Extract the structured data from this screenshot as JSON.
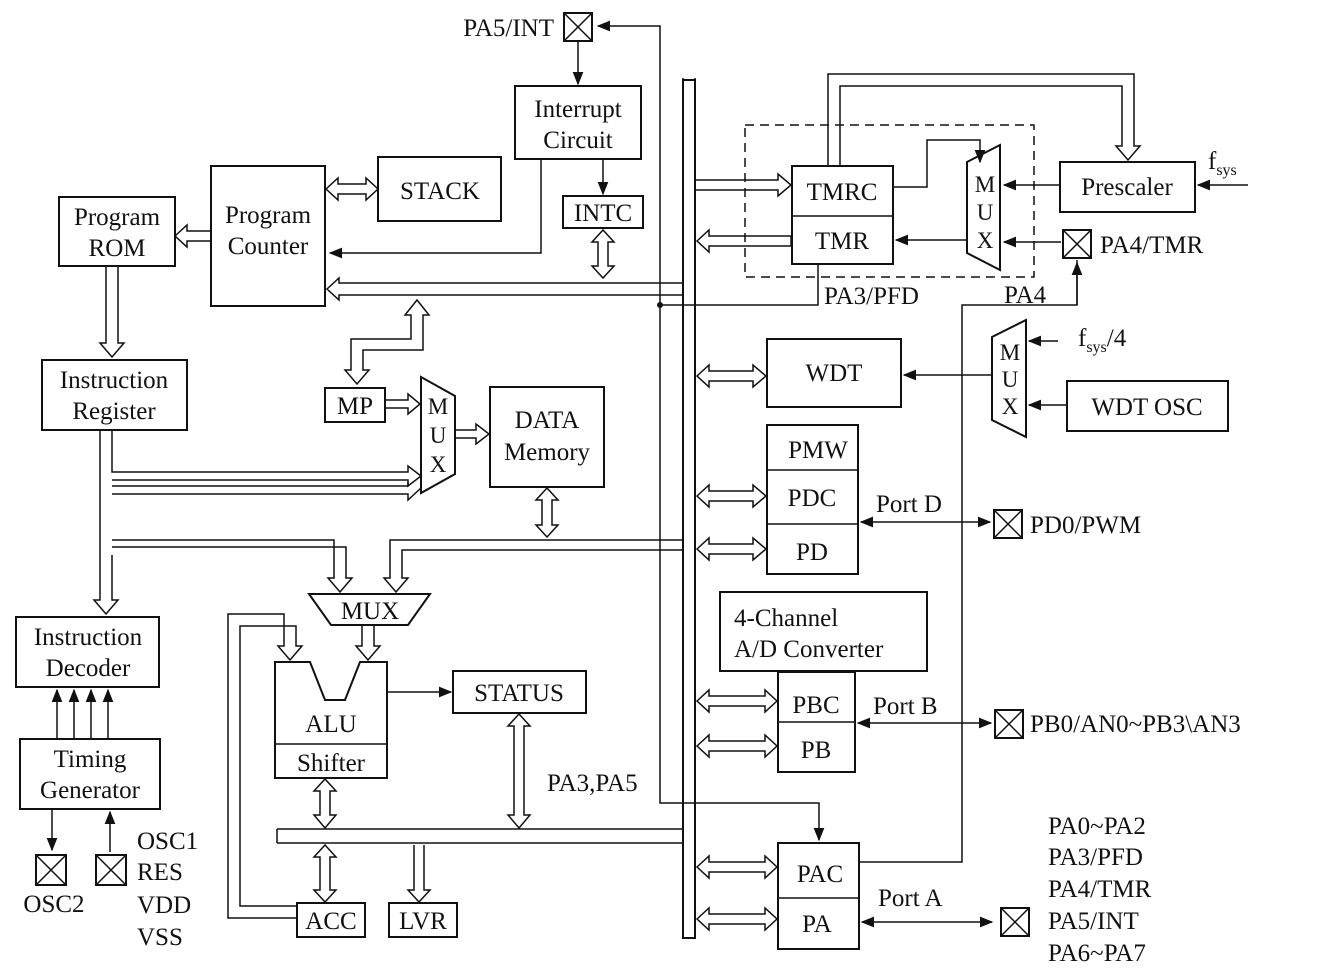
{
  "blocks": {
    "pa5_int": "PA5/INT",
    "interrupt_circuit": [
      "Interrupt",
      "Circuit"
    ],
    "intc": "INTC",
    "stack": "STACK",
    "program_counter": [
      "Program",
      "Counter"
    ],
    "program_rom": [
      "Program",
      "ROM"
    ],
    "instruction_register": [
      "Instruction",
      "Register"
    ],
    "mp": "MP",
    "mux": "MUX",
    "mux_letters": [
      "M",
      "U",
      "X"
    ],
    "data_memory": [
      "DATA",
      "Memory"
    ],
    "tmrc": "TMRC",
    "tmr": "TMR",
    "prescaler": "Prescaler",
    "fsys": "f",
    "fsys_sub": "sys",
    "fsys4": "f",
    "fsys4_sub": "sys",
    "fsys4_tail": "/4",
    "pa4_tmr": "PA4/TMR",
    "pa3_pfd": "PA3/PFD",
    "pa4": "PA4",
    "wdt": "WDT",
    "wdt_osc": "WDT OSC",
    "pmw": "PMW",
    "pdc": "PDC",
    "pd": "PD",
    "port_d": "Port D",
    "pd0_pwm": "PD0/PWM",
    "adc": [
      "4-Channel",
      "A/D Converter"
    ],
    "pbc": "PBC",
    "pb": "PB",
    "port_b": "Port B",
    "pb_pins": "PB0/AN0~PB3\\AN3",
    "pa3_pa5": "PA3,PA5",
    "pac": "PAC",
    "pa": "PA",
    "port_a": "Port A",
    "pa_pins": [
      "PA0~PA2",
      "PA3/PFD",
      "PA4/TMR",
      "PA5/INT",
      "PA6~PA7"
    ],
    "alu": "ALU",
    "shifter": "Shifter",
    "status": "STATUS",
    "acc": "ACC",
    "lvr": "LVR",
    "instruction_decoder": [
      "Instruction",
      "Decoder"
    ],
    "timing_generator": [
      "Timing",
      "Generator"
    ],
    "osc2": "OSC2",
    "osc1_pins": [
      "OSC1",
      "RES",
      "VDD",
      "VSS"
    ]
  }
}
